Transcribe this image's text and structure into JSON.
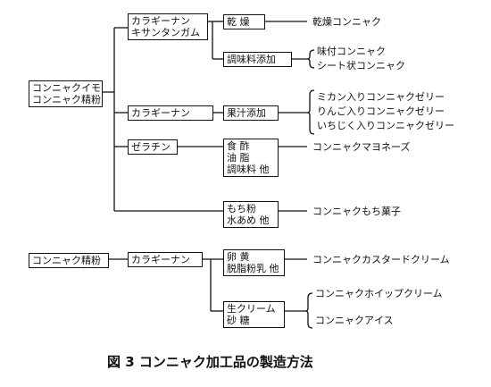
{
  "sources": {
    "konjac_imo": [
      "コンニャクイモ",
      "コンニャク精粉"
    ],
    "konjac_flour": "コンニャク精粉"
  },
  "additives": {
    "carrageenan_xanthan": [
      "カラギーナン",
      "キサンタンガム"
    ],
    "carrageenan_1": "カラギーナン",
    "gelatin": "ゼラチン",
    "carrageenan_2": "カラギーナン"
  },
  "processes": {
    "drying": "乾 燥",
    "seasoning": "調味料添加",
    "juice": "果汁添加",
    "vinegar_oil": [
      "食 酢",
      "油 脂",
      "調味料 他"
    ],
    "mochi": [
      "もち粉",
      "水あめ 他"
    ],
    "egg": [
      "卵 黄",
      "脱脂粉乳 他"
    ],
    "cream": [
      "生クリーム",
      "砂 糖"
    ]
  },
  "products": {
    "dried": "乾燥コンニャク",
    "seasoned": [
      "味付コンニャク",
      "シート状コンニャク"
    ],
    "jelly": [
      "ミカン入りコンニャクゼリー",
      "りんご入りコンニャクゼリー",
      "いちじく入りコンニャクゼリー"
    ],
    "mayonnaise": "コンニャクマヨネーズ",
    "mochi": "コンニャクもち菓子",
    "custard": "コンニャクカスタードクリーム",
    "whip": "コンニャクホイップクリーム",
    "ice": "コンニャクアイス"
  },
  "caption": "図 3 コンニャク加工品の製造方法"
}
